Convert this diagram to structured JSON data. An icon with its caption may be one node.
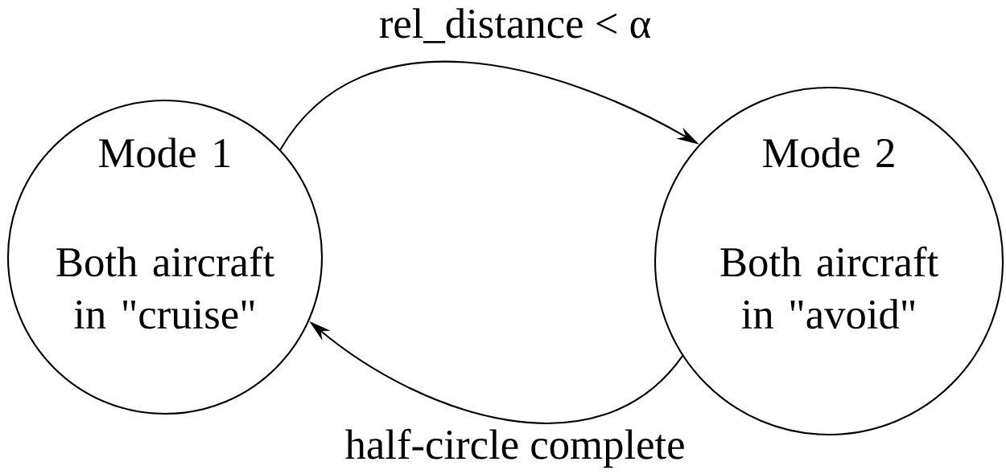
{
  "diagram": {
    "nodes": [
      {
        "text": [
          "Mode 1",
          "Both aircraft in \"cruise\""
        ]
      },
      {
        "text": [
          "Mode 2",
          "Both aircraft in \"avoid\""
        ]
      }
    ],
    "edges": [
      {
        "from": 0,
        "to": 1,
        "arrow": "to",
        "label": "rel_distance <  α"
      },
      {
        "from": 1,
        "to": 0,
        "arrow": "to",
        "label": "half-circle complete"
      }
    ]
  }
}
